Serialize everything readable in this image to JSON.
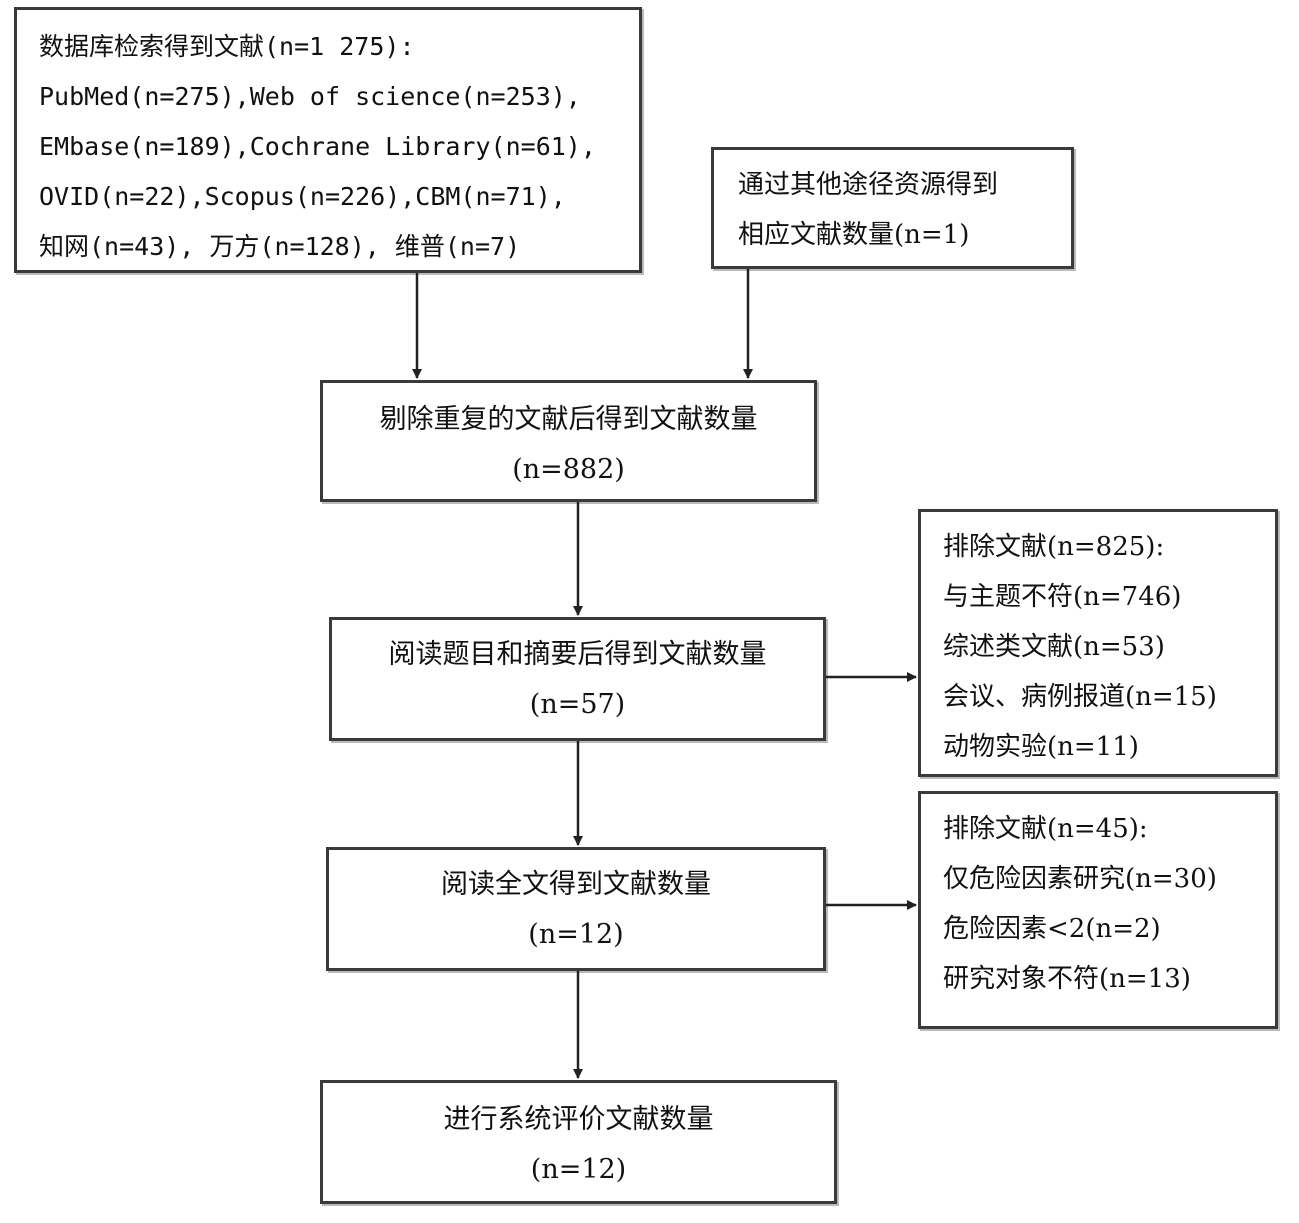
{
  "boxes": {
    "database_search": {
      "lines": [
        "数据库检索得到文献(n=1 275):",
        "PubMed(n=275),Web of science(n=253),",
        "EMbase(n=189),Cochrane Library(n=61),",
        "OVID(n=22),Scopus(n=226),CBM(n=71),",
        "知网(n=43), 万方(n=128), 维普(n=7)"
      ]
    },
    "other_sources": {
      "lines": [
        "通过其他途径资源得到",
        "相应文献数量(n=1)"
      ]
    },
    "after_dedup": {
      "lines": [
        "剔除重复的文献后得到文献数量",
        "(n=882)"
      ]
    },
    "title_abstract": {
      "lines": [
        "阅读题目和摘要后得到文献数量",
        "(n=57)"
      ]
    },
    "exclusion_1": {
      "lines": [
        "排除文献(n=825):",
        "与主题不符(n=746)",
        "综述类文献(n=53)",
        "会议、病例报道(n=15)",
        "动物实验(n=11)"
      ]
    },
    "full_text": {
      "lines": [
        "阅读全文得到文献数量",
        "(n=12)"
      ]
    },
    "exclusion_2": {
      "lines": [
        "排除文献(n=45):",
        "仅危险因素研究(n=30)",
        "危险因素<2(n=2)",
        "研究对象不符(n=13)"
      ]
    },
    "final": {
      "lines": [
        "进行系统评价文献数量",
        "(n=12)"
      ]
    }
  },
  "colors": {
    "border": "#3a3a3a",
    "arrow": "#222222"
  }
}
